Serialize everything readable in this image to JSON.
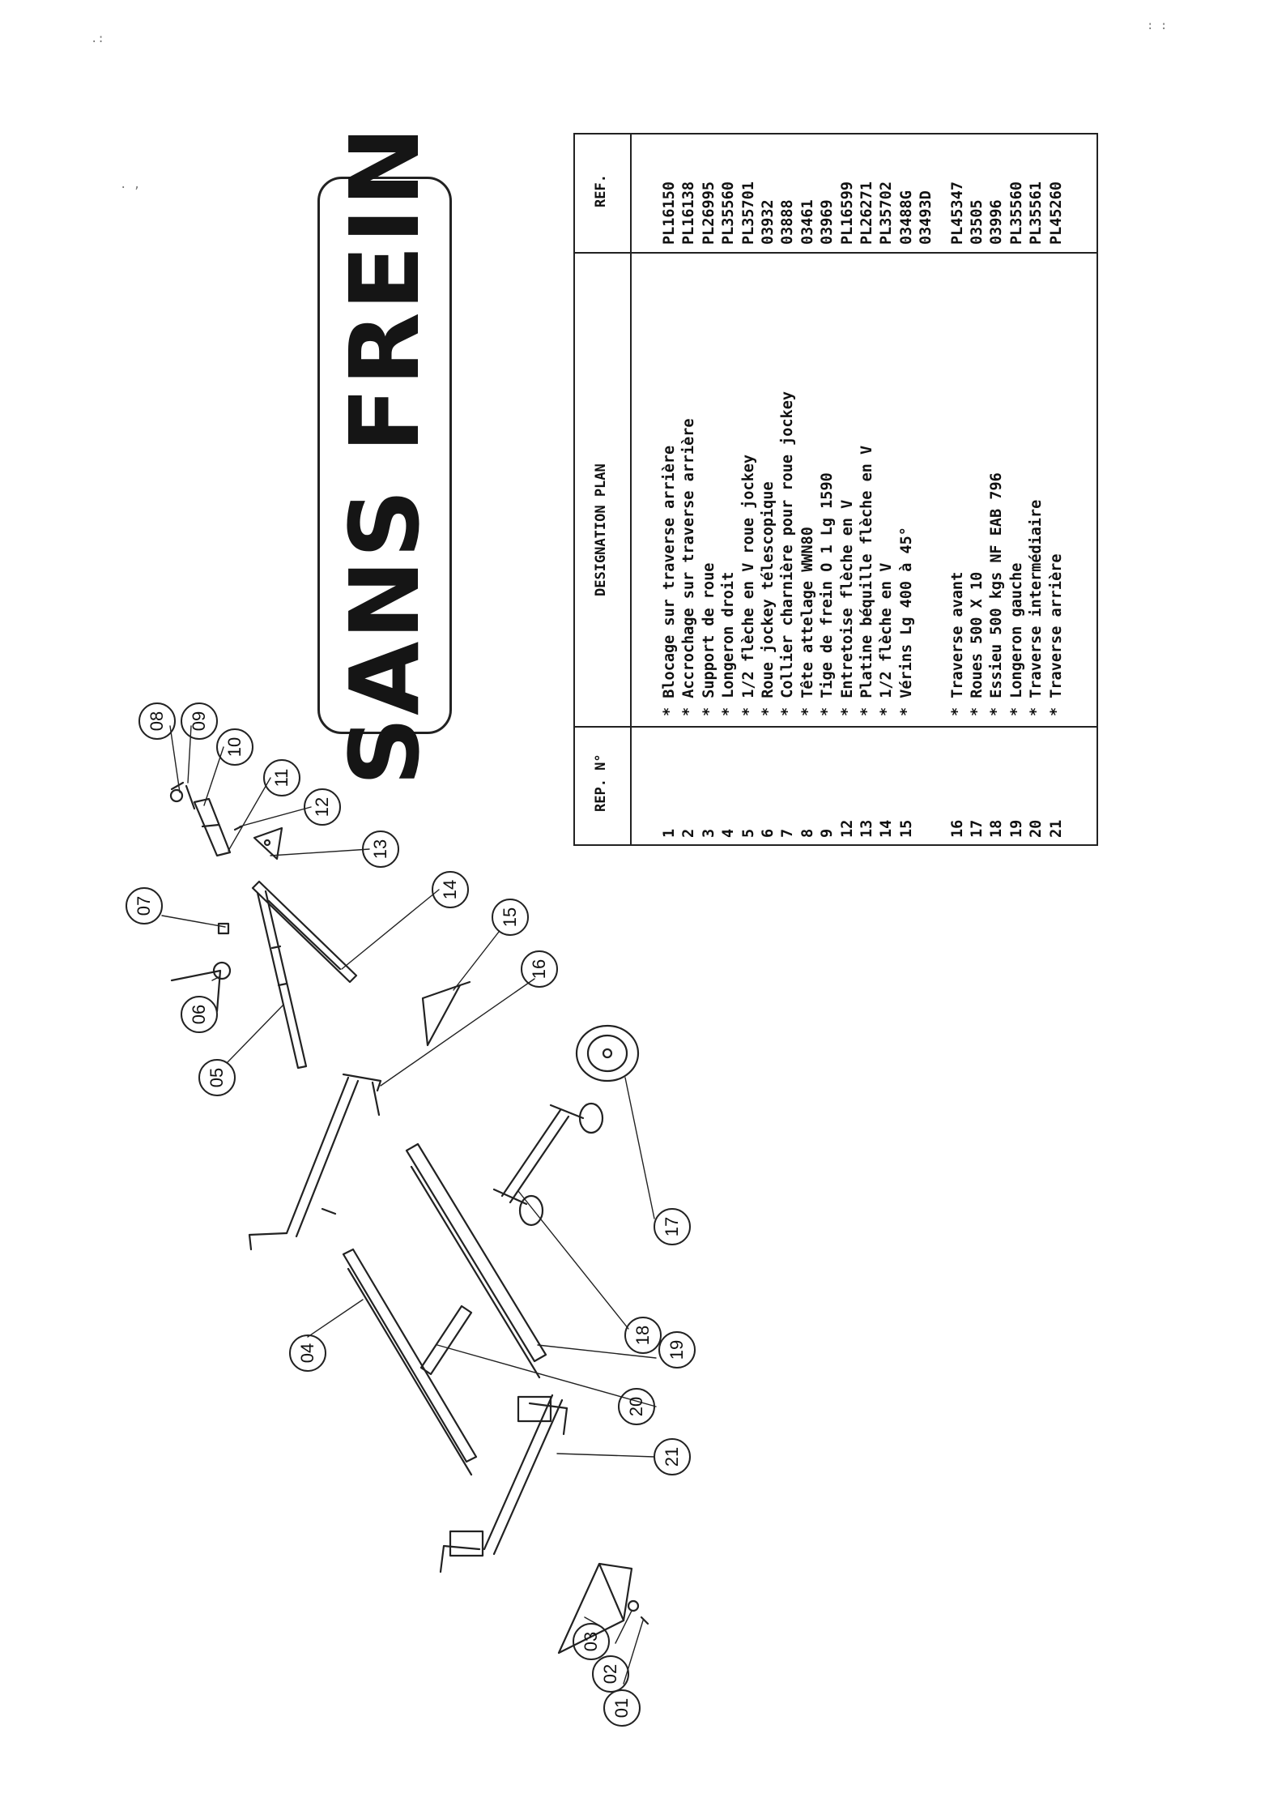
{
  "title": "SANS FREIN",
  "table": {
    "headers": {
      "rep": "REP. N°",
      "designation": "DESIGNATION PLAN",
      "ref": "REF."
    },
    "rows": [
      {
        "rep": "1",
        "designation": "* Blocage sur traverse arrière",
        "ref": "PL16150"
      },
      {
        "rep": "2",
        "designation": "* Accrochage sur traverse arrière",
        "ref": "PL16138"
      },
      {
        "rep": "3",
        "designation": "* Support de roue",
        "ref": "PL26995"
      },
      {
        "rep": "4",
        "designation": "* Longeron droit",
        "ref": "PL35560"
      },
      {
        "rep": "5",
        "designation": "* 1/2 flèche en V roue jockey",
        "ref": "PL35701"
      },
      {
        "rep": "6",
        "designation": "* Roue jockey télescopique",
        "ref": "03932"
      },
      {
        "rep": "7",
        "designation": "* Collier charnière pour roue jockey",
        "ref": "03888"
      },
      {
        "rep": "8",
        "designation": "* Tête attelage WWN80",
        "ref": "03461"
      },
      {
        "rep": "9",
        "designation": "* Tige de frein O 1 Lg 1590",
        "ref": "03969"
      },
      {
        "rep": "12",
        "designation": "* Entretoise flèche en V",
        "ref": "PL16599"
      },
      {
        "rep": "13",
        "designation": "* Platine béquille flèche en V",
        "ref": "PL26271"
      },
      {
        "rep": "14",
        "designation": "* 1/2 flèche en V",
        "ref": "PL35702"
      },
      {
        "rep": "15",
        "designation": "* Vérins Lg 400 à 45°",
        "ref": "03488G"
      },
      {
        "rep": "",
        "designation": "",
        "ref": "03493D"
      },
      {
        "rep": "16",
        "designation": "* Traverse avant",
        "ref": "PL45347"
      },
      {
        "rep": "17",
        "designation": "* Roues 500 X 10",
        "ref": "03505"
      },
      {
        "rep": "18",
        "designation": "* Essieu 500 kgs NF EAB 796",
        "ref": "03996"
      },
      {
        "rep": "19",
        "designation": "* Longeron gauche",
        "ref": "PL35560"
      },
      {
        "rep": "20",
        "designation": "* Traverse intermédiaire",
        "ref": "PL35561"
      },
      {
        "rep": "21",
        "designation": "* Traverse arrière",
        "ref": "PL45260"
      }
    ]
  },
  "callouts": [
    "01",
    "02",
    "03",
    "04",
    "05",
    "06",
    "07",
    "08",
    "09",
    "10",
    "11",
    "12",
    "13",
    "14",
    "15",
    "16",
    "17",
    "18",
    "19",
    "20",
    "21"
  ],
  "colors": {
    "ink": "#111111",
    "paper": "#ffffff",
    "line": "#222222"
  }
}
